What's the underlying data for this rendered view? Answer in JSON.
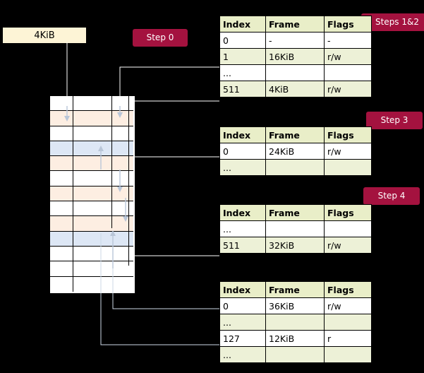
{
  "labels": {
    "page_block": "4KiB",
    "step0": "Step 0",
    "steps12": "Steps 1&2",
    "step3": "Step 3",
    "step4": "Step 4"
  },
  "columns": [
    "Index",
    "Frame",
    "Flags"
  ],
  "tables": [
    {
      "name": "table-steps-1-2",
      "rows": [
        {
          "style": "plain",
          "cells": [
            "0",
            "-",
            "-"
          ]
        },
        {
          "style": "alt",
          "cells": [
            "1",
            "16KiB",
            "r/w"
          ]
        },
        {
          "style": "plain",
          "cells": [
            "...",
            "",
            ""
          ]
        },
        {
          "style": "alt",
          "cells": [
            "511",
            "4KiB",
            "r/w"
          ]
        }
      ]
    },
    {
      "name": "table-step-3",
      "rows": [
        {
          "style": "plain",
          "cells": [
            "0",
            "24KiB",
            "r/w"
          ]
        },
        {
          "style": "alt",
          "cells": [
            "...",
            "",
            ""
          ]
        }
      ]
    },
    {
      "name": "table-step-4a",
      "rows": [
        {
          "style": "plain",
          "cells": [
            "...",
            "",
            ""
          ]
        },
        {
          "style": "alt",
          "cells": [
            "511",
            "32KiB",
            "r/w"
          ]
        }
      ]
    },
    {
      "name": "table-step-4b",
      "rows": [
        {
          "style": "plain",
          "cells": [
            "0",
            "36KiB",
            "r/w"
          ]
        },
        {
          "style": "alt",
          "cells": [
            "...",
            "",
            ""
          ]
        },
        {
          "style": "plain",
          "cells": [
            "127",
            "12KiB",
            "r"
          ]
        },
        {
          "style": "alt",
          "cells": [
            "...",
            "",
            ""
          ]
        }
      ]
    }
  ],
  "memory_rows": [
    {
      "fill": "m-white"
    },
    {
      "fill": "m-peach"
    },
    {
      "fill": "m-white"
    },
    {
      "fill": "m-blue"
    },
    {
      "fill": "m-peach"
    },
    {
      "fill": "m-white"
    },
    {
      "fill": "m-peach"
    },
    {
      "fill": "m-white"
    },
    {
      "fill": "m-peach"
    },
    {
      "fill": "m-blue"
    },
    {
      "fill": "m-white"
    },
    {
      "fill": "m-white"
    },
    {
      "fill": "m-white"
    }
  ],
  "colors": {
    "badge": "#a4123f",
    "header": "#e9eec8",
    "alt_row": "#edf1d7",
    "page_block": "#fdf4d6",
    "peach": "#fdeee2",
    "blue": "#dde7f5",
    "arrow": "#b9c6d8",
    "line": "#ffffff"
  }
}
